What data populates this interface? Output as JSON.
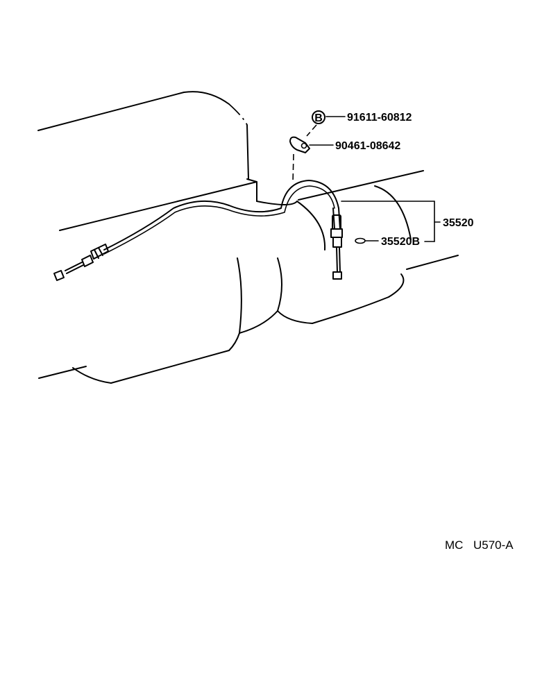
{
  "parts": {
    "bolt_marker": "B",
    "bolt": "91611-60812",
    "clamp": "90461-08642",
    "cable_assembly": "35520",
    "cable_sub": "35520B"
  },
  "caption": {
    "code1": "MC",
    "code2": "U570-A"
  }
}
